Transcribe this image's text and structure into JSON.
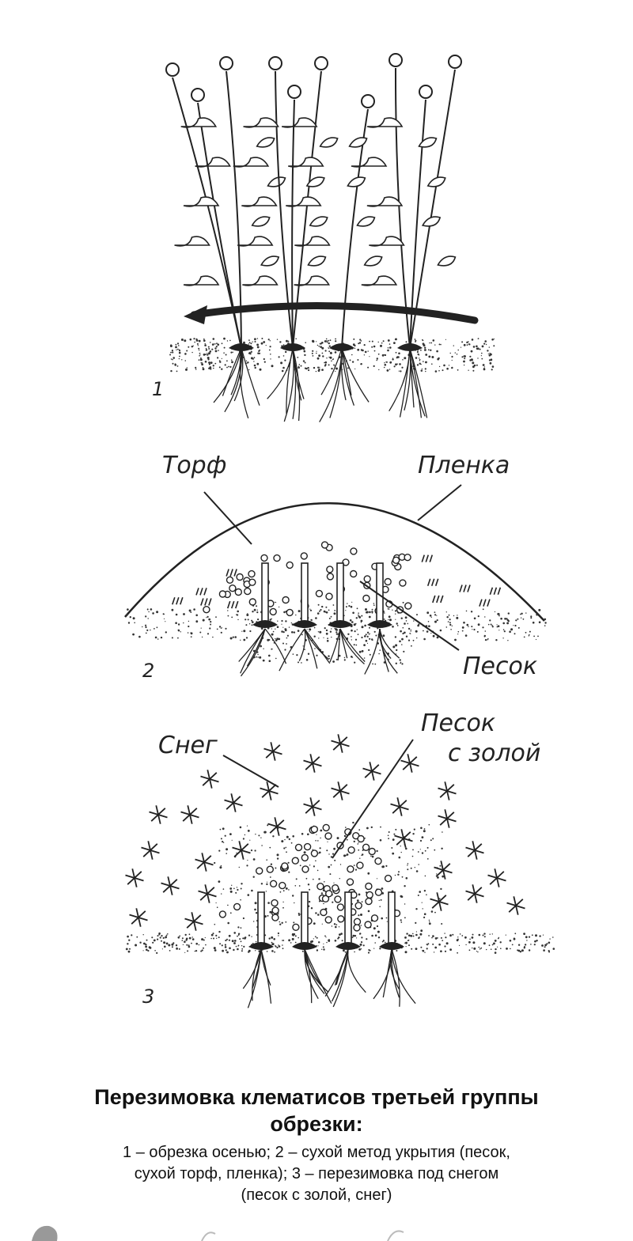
{
  "diagram": {
    "fig1_number": "1",
    "fig2_number": "2",
    "fig3_number": "3",
    "labels": {
      "torf": "Торф",
      "plenka": "Пленка",
      "pesok": "Песок",
      "sneg": "Снег",
      "pesok_s_zoloy_line1": "Песок",
      "pesok_s_zoloy_line2": "с золой"
    }
  },
  "caption": {
    "title_line1": "Перезимовка клематисов третьей группы",
    "title_line2": "обрезки:",
    "text_line1": "1 – обрезка осенью; 2 – сухой метод укрытия (песок,",
    "text_line2": "сухой торф, пленка); 3 – перезимовка под снегом",
    "text_line3": "(песок с золой, снег)"
  }
}
